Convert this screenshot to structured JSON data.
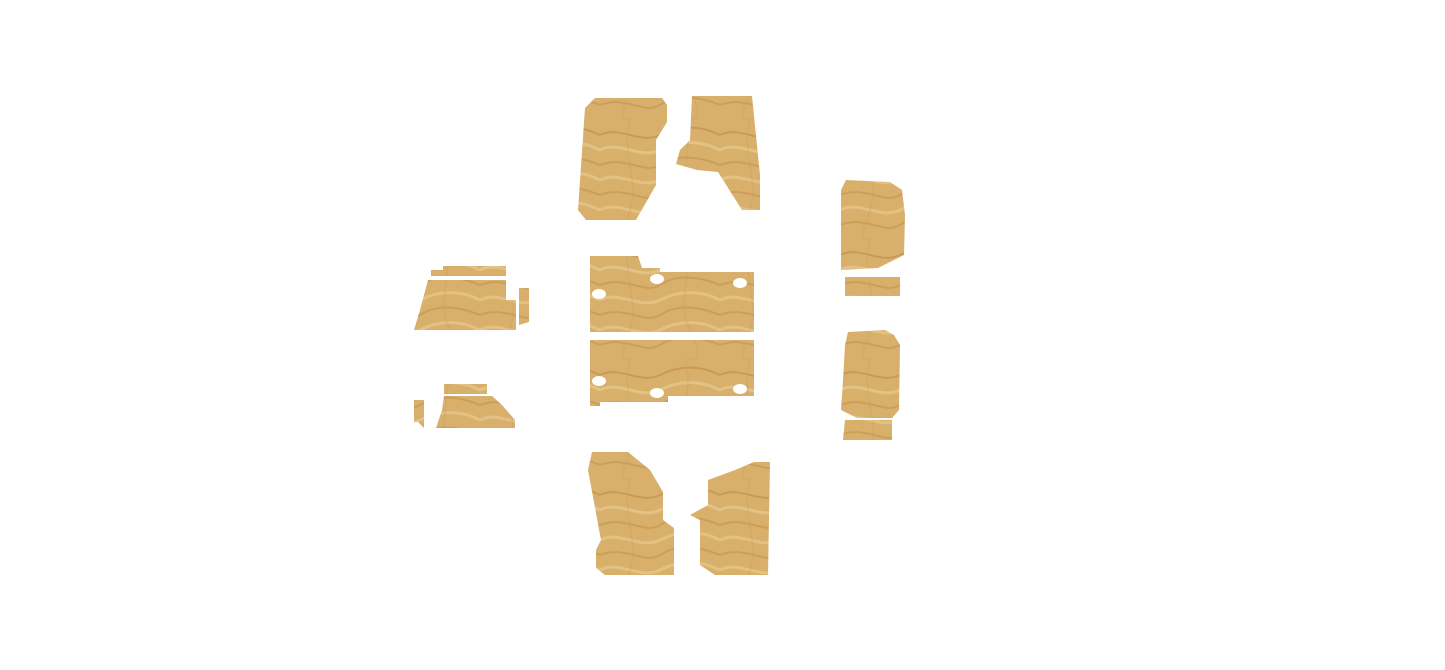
{
  "canvas": {
    "background": "#ffffff"
  },
  "material": {
    "base_color": "#d8b06c",
    "grain_dark": "#b98a45",
    "grain_light": "#ecd19a"
  },
  "layout": {
    "groups": [
      "top-panels",
      "center-floor-panels",
      "left-side-panels",
      "right-side-panels",
      "bottom-panels"
    ]
  }
}
